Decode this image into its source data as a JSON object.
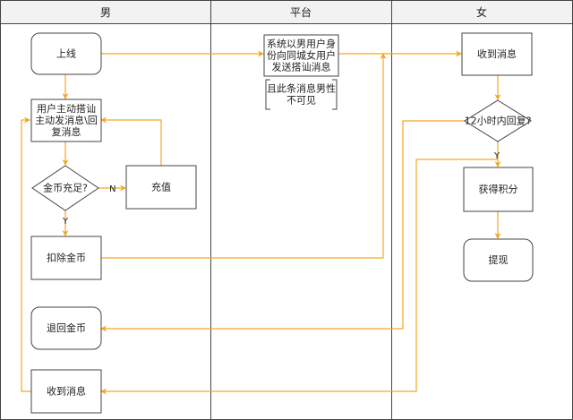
{
  "lanes": [
    {
      "id": "male",
      "title": "男"
    },
    {
      "id": "platform",
      "title": "平台"
    },
    {
      "id": "female",
      "title": "女"
    }
  ],
  "nodes": {
    "online": {
      "shape": "rounded",
      "lines": [
        "上线"
      ]
    },
    "initiate_chat": {
      "shape": "rect",
      "lines": [
        "用户主动搭讪",
        "主动发消息\\回",
        "复消息"
      ]
    },
    "coins_enough": {
      "shape": "diamond",
      "lines": [
        "金币充足?"
      ]
    },
    "recharge": {
      "shape": "rect",
      "lines": [
        "充值"
      ]
    },
    "deduct_coins": {
      "shape": "rect",
      "lines": [
        "扣除金币"
      ]
    },
    "refund_coins": {
      "shape": "rounded",
      "lines": [
        "退回金币"
      ]
    },
    "male_receive": {
      "shape": "rect",
      "lines": [
        "收到消息"
      ]
    },
    "platform_send": {
      "shape": "rect",
      "lines": [
        "系统以男用户身",
        "份向同城女用户",
        "发送搭讪消息"
      ]
    },
    "platform_note": {
      "shape": "bracket",
      "lines": [
        "且此条消息男性",
        "不可见"
      ]
    },
    "female_receive": {
      "shape": "rect",
      "lines": [
        "收到消息"
      ]
    },
    "reply_12h": {
      "shape": "diamond",
      "lines": [
        "12小时内回复?"
      ]
    },
    "earn_points": {
      "shape": "rect",
      "lines": [
        "获得积分"
      ]
    },
    "withdraw": {
      "shape": "rounded",
      "lines": [
        "提现"
      ]
    }
  },
  "edge_labels": {
    "no": "N",
    "yes_coins": "Y",
    "yes_reply": "Y"
  },
  "colors": {
    "edge": "#f5a623",
    "node_fill": "#ffffff",
    "node_stroke": "#444444",
    "lane_header_fill": "#f2f2f2",
    "lane_border": "#444444"
  }
}
